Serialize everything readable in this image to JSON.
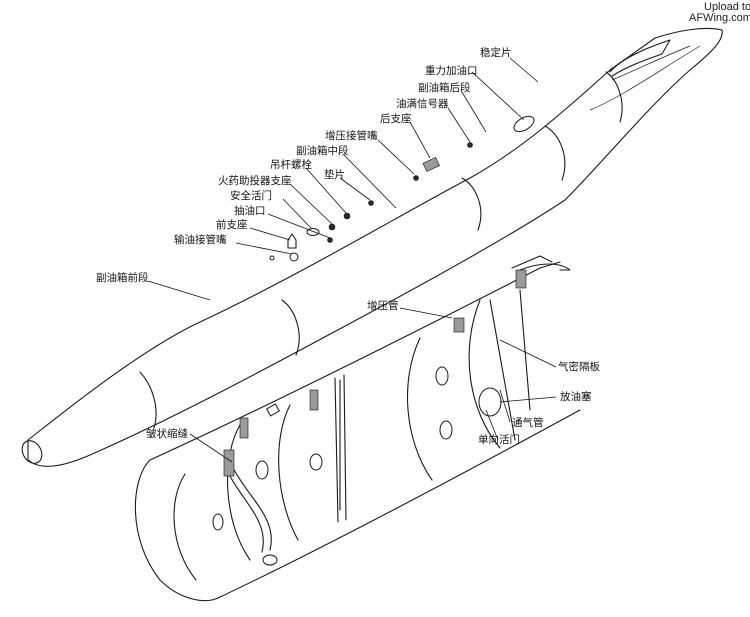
{
  "watermark": {
    "line1": "Upload to",
    "line2": "AFWing.com"
  },
  "labels": {
    "stabilizer_fin": "稳定片",
    "gravity_filler": "重力加油口",
    "tank_rear_section": "副油箱后段",
    "fuel_full_signaler": "油满信号器",
    "rear_support": "后支座",
    "pressurization_nozzle": "增压接管嘴",
    "tank_middle_section": "副油箱中段",
    "hanger_bolt": "吊杆螺栓",
    "washer": "垫片",
    "pyro_pusher_mount": "火药助投器支座",
    "safety_valve": "安全活门",
    "fuel_outlet": "抽油口",
    "front_support": "前支座",
    "fuel_transfer_nozzle": "输油接管嘴",
    "tank_front_section": "副油箱前段",
    "pressurization_pipe": "增压管",
    "airtight_bulkhead": "气密隔板",
    "drain_plug": "放油塞",
    "vent_pipe": "通气管",
    "check_valve": "单向活门",
    "corrugated_weld": "皱状缩缝"
  }
}
